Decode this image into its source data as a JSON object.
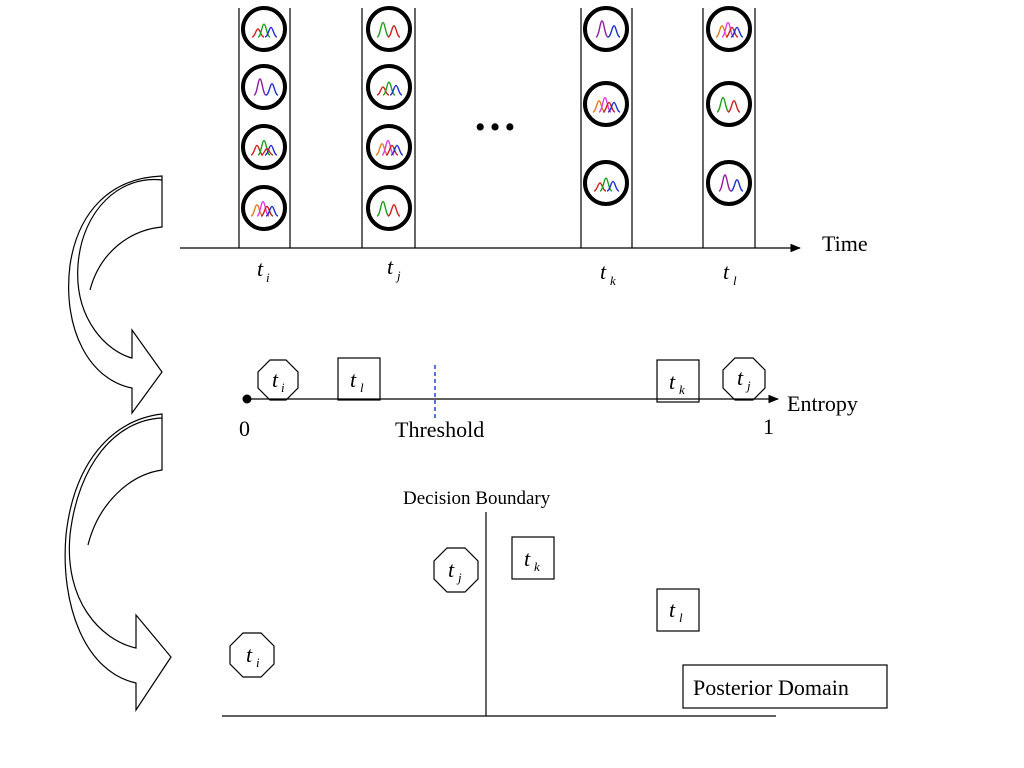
{
  "timeline": {
    "axis_label": "Time",
    "ellipsis": "…",
    "columns": [
      {
        "t": "t",
        "sub": "i",
        "circles": [
          "mix-rgb",
          "mix-purple",
          "mix-rgbr",
          "mix-multi"
        ]
      },
      {
        "t": "t",
        "sub": "j",
        "circles": [
          "mix-green",
          "mix-rgb",
          "mix-multi",
          "mix-green"
        ]
      },
      {
        "t": "t",
        "sub": "k",
        "circles": [
          "mix-purple",
          "mix-multi",
          "mix-rgb"
        ]
      },
      {
        "t": "t",
        "sub": "l",
        "circles": [
          "mix-multi",
          "mix-green",
          "mix-purple"
        ]
      }
    ]
  },
  "entropy": {
    "axis_label": "Entropy",
    "start_label": "0",
    "end_label": "1",
    "threshold_label": "Threshold",
    "markers": [
      {
        "t": "t",
        "sub": "i",
        "shape": "octagon"
      },
      {
        "t": "t",
        "sub": "l",
        "shape": "square"
      },
      {
        "t": "t",
        "sub": "k",
        "shape": "square"
      },
      {
        "t": "t",
        "sub": "j",
        "shape": "octagon"
      }
    ]
  },
  "posterior": {
    "boundary_label": "Decision Boundary",
    "domain_label": "Posterior Domain",
    "markers": [
      {
        "t": "t",
        "sub": "j",
        "shape": "octagon"
      },
      {
        "t": "t",
        "sub": "k",
        "shape": "square"
      },
      {
        "t": "t",
        "sub": "l",
        "shape": "square"
      },
      {
        "t": "t",
        "sub": "i",
        "shape": "octagon"
      }
    ]
  },
  "colors": {
    "threshold": "#3050d0",
    "peaks": [
      "#d02020",
      "#20a020",
      "#2030d0",
      "#9020a0",
      "#e040e0",
      "#e08020"
    ]
  }
}
